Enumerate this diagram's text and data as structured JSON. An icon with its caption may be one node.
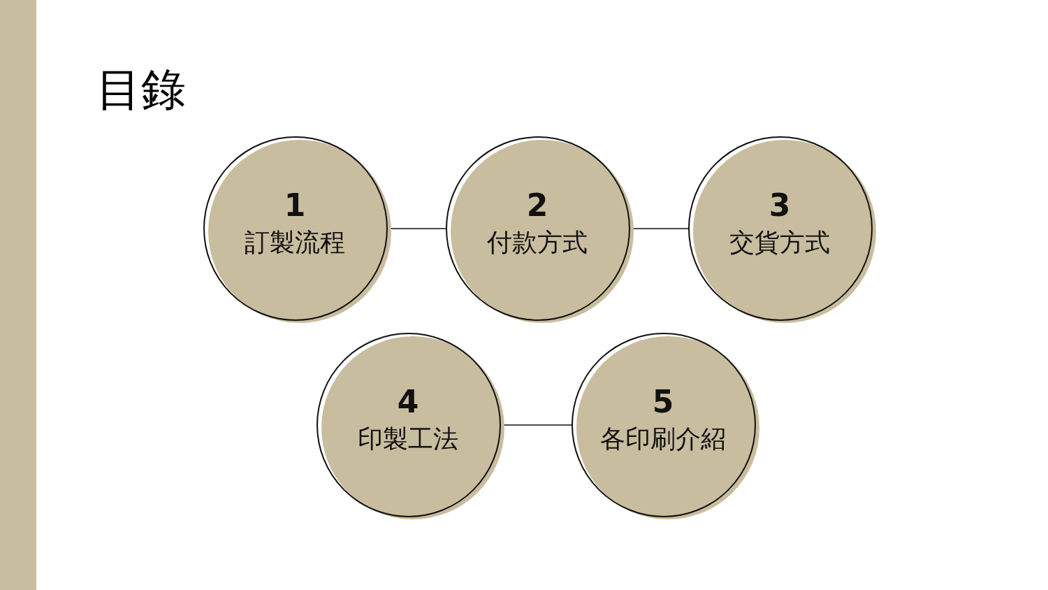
{
  "diagram": {
    "title": "目錄",
    "nodes": [
      {
        "text": [
          "1",
          "訂製流程"
        ]
      },
      {
        "text": [
          "2",
          "付款方式"
        ]
      },
      {
        "text": [
          "3",
          "交貨方式"
        ]
      },
      {
        "text": [
          "4",
          "印製工法"
        ]
      },
      {
        "text": [
          "5",
          "各印刷介紹"
        ]
      }
    ],
    "edges": [
      {
        "from": 0,
        "to": 1,
        "arrow": "none"
      },
      {
        "from": 1,
        "to": 2,
        "arrow": "none"
      },
      {
        "from": 3,
        "to": 4,
        "arrow": "none"
      }
    ]
  }
}
